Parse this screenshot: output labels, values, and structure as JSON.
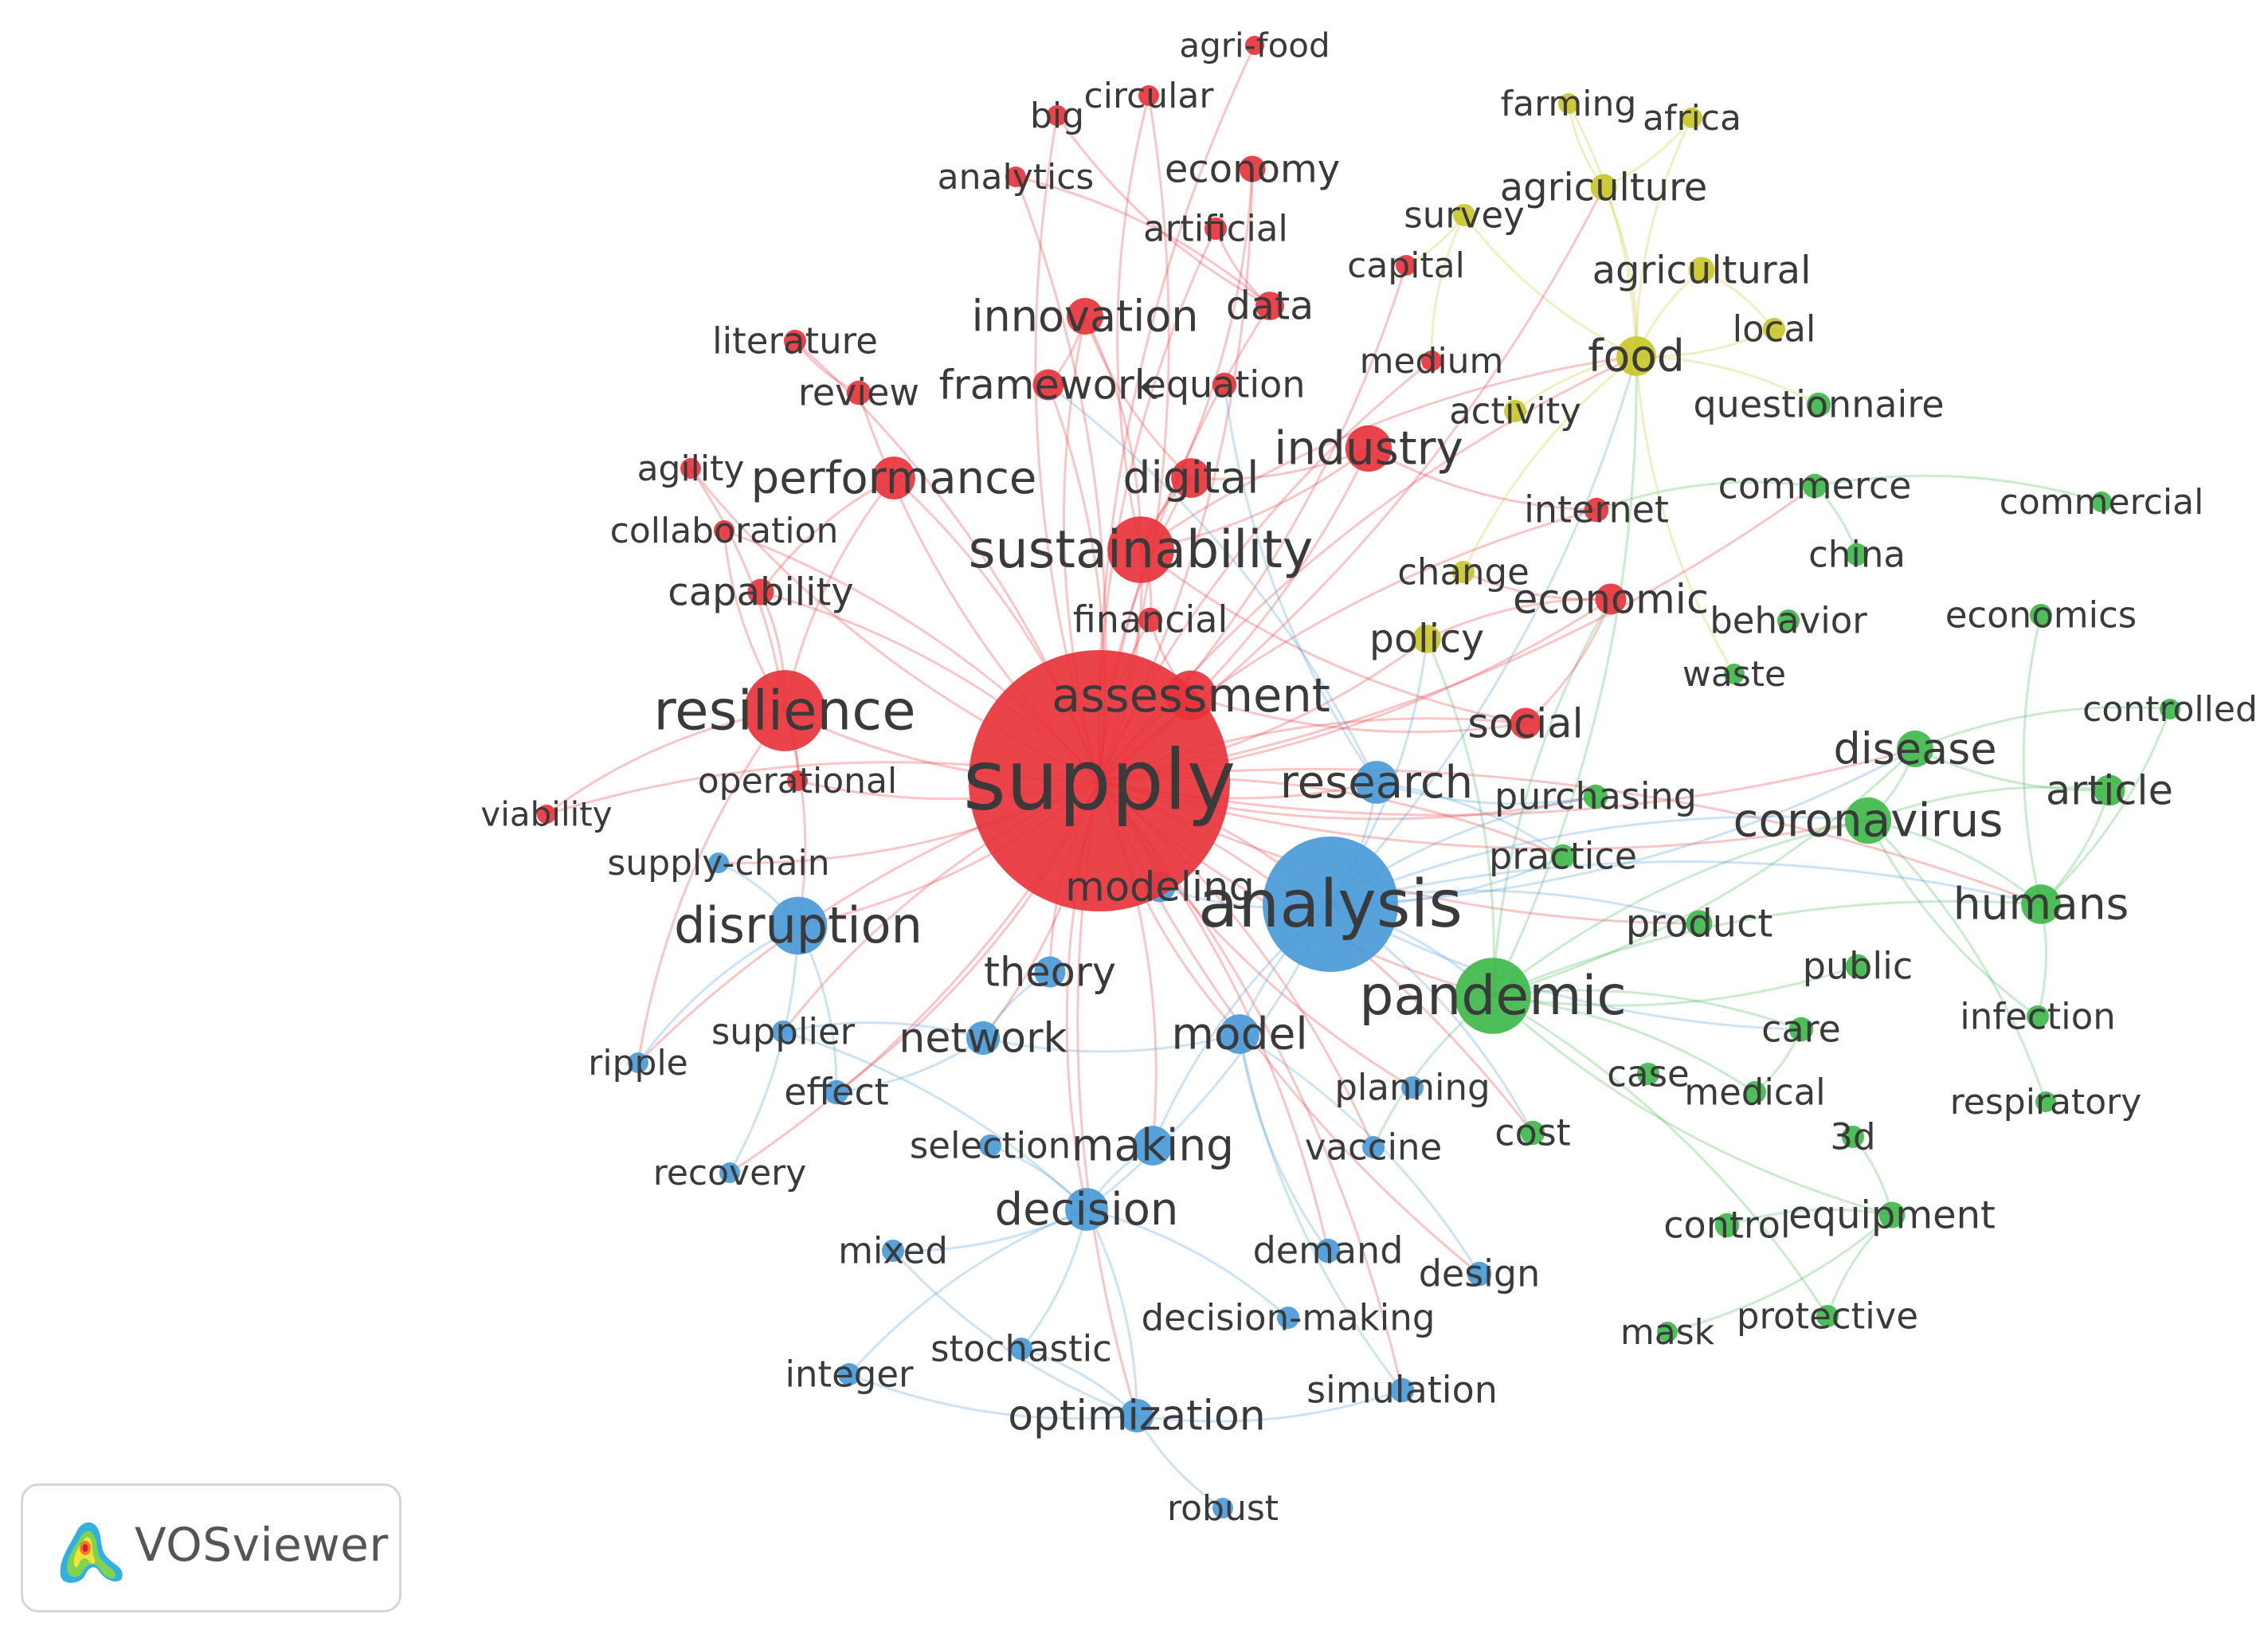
{
  "brand": {
    "name": "VOSviewer"
  },
  "clusters": {
    "red": "#e8333b",
    "blue": "#4a9ad8",
    "green": "#3fb84a",
    "yellow": "#c9c72a"
  },
  "nodes": [
    {
      "id": "supply",
      "label": "supply",
      "cluster": "red",
      "weight": 10
    },
    {
      "id": "resilience",
      "label": "resilience",
      "cluster": "red",
      "weight": 5.2
    },
    {
      "id": "sustainability",
      "label": "sustainability",
      "cluster": "red",
      "weight": 4.6
    },
    {
      "id": "performance",
      "label": "performance",
      "cluster": "red",
      "weight": 3.4
    },
    {
      "id": "digital",
      "label": "digital",
      "cluster": "red",
      "weight": 3.2
    },
    {
      "id": "industry",
      "label": "industry",
      "cluster": "red",
      "weight": 3.6
    },
    {
      "id": "innovation",
      "label": "innovation",
      "cluster": "red",
      "weight": 3.0
    },
    {
      "id": "framework",
      "label": "framework",
      "cluster": "red",
      "weight": 2.6
    },
    {
      "id": "equation",
      "label": "equation",
      "cluster": "red",
      "weight": 2.0
    },
    {
      "id": "data",
      "label": "data",
      "cluster": "red",
      "weight": 2.4
    },
    {
      "id": "economy",
      "label": "economy",
      "cluster": "red",
      "weight": 2.2
    },
    {
      "id": "artificial",
      "label": "artificial",
      "cluster": "red",
      "weight": 1.8
    },
    {
      "id": "analytics",
      "label": "analytics",
      "cluster": "red",
      "weight": 1.6
    },
    {
      "id": "big",
      "label": "big",
      "cluster": "red",
      "weight": 1.6
    },
    {
      "id": "circular",
      "label": "circular",
      "cluster": "red",
      "weight": 1.6
    },
    {
      "id": "agri-food",
      "label": "agri-food",
      "cluster": "red",
      "weight": 1.4
    },
    {
      "id": "literature",
      "label": "literature",
      "cluster": "red",
      "weight": 1.8
    },
    {
      "id": "review",
      "label": "review",
      "cluster": "red",
      "weight": 2.0
    },
    {
      "id": "agility",
      "label": "agility",
      "cluster": "red",
      "weight": 1.6
    },
    {
      "id": "collaboration",
      "label": "collaboration",
      "cluster": "red",
      "weight": 1.6
    },
    {
      "id": "capability",
      "label": "capability",
      "cluster": "red",
      "weight": 2.2
    },
    {
      "id": "financial",
      "label": "financial",
      "cluster": "red",
      "weight": 2.0
    },
    {
      "id": "assessment",
      "label": "assessment",
      "cluster": "red",
      "weight": 3.8
    },
    {
      "id": "social",
      "label": "social",
      "cluster": "red",
      "weight": 2.6
    },
    {
      "id": "economic",
      "label": "economic",
      "cluster": "red",
      "weight": 2.6
    },
    {
      "id": "operational",
      "label": "operational",
      "cluster": "red",
      "weight": 1.6
    },
    {
      "id": "viability",
      "label": "viability",
      "cluster": "red",
      "weight": 1.4
    },
    {
      "id": "medium",
      "label": "medium",
      "cluster": "red",
      "weight": 1.6
    },
    {
      "id": "capital",
      "label": "capital",
      "cluster": "red",
      "weight": 1.6
    },
    {
      "id": "internet",
      "label": "internet",
      "cluster": "red",
      "weight": 2.0
    },
    {
      "id": "analysis",
      "label": "analysis",
      "cluster": "blue",
      "weight": 7.0
    },
    {
      "id": "research",
      "label": "research",
      "cluster": "blue",
      "weight": 3.4
    },
    {
      "id": "disruption",
      "label": "disruption",
      "cluster": "blue",
      "weight": 4.2
    },
    {
      "id": "modeling",
      "label": "modeling",
      "cluster": "blue",
      "weight": 2.6
    },
    {
      "id": "theory",
      "label": "theory",
      "cluster": "blue",
      "weight": 2.6
    },
    {
      "id": "network",
      "label": "network",
      "cluster": "blue",
      "weight": 2.8
    },
    {
      "id": "model",
      "label": "model",
      "cluster": "blue",
      "weight": 3.2
    },
    {
      "id": "making",
      "label": "making",
      "cluster": "blue",
      "weight": 3.2
    },
    {
      "id": "decision",
      "label": "decision",
      "cluster": "blue",
      "weight": 3.4
    },
    {
      "id": "selection",
      "label": "selection",
      "cluster": "blue",
      "weight": 1.8
    },
    {
      "id": "supplier",
      "label": "supplier",
      "cluster": "blue",
      "weight": 1.8
    },
    {
      "id": "effect",
      "label": "effect",
      "cluster": "blue",
      "weight": 2.0
    },
    {
      "id": "ripple",
      "label": "ripple",
      "cluster": "blue",
      "weight": 1.6
    },
    {
      "id": "recovery",
      "label": "recovery",
      "cluster": "blue",
      "weight": 1.6
    },
    {
      "id": "supply-chain",
      "label": "supply-chain",
      "cluster": "blue",
      "weight": 1.6
    },
    {
      "id": "mixed",
      "label": "mixed",
      "cluster": "blue",
      "weight": 1.8
    },
    {
      "id": "integer",
      "label": "integer",
      "cluster": "blue",
      "weight": 1.8
    },
    {
      "id": "stochastic",
      "label": "stochastic",
      "cluster": "blue",
      "weight": 1.8
    },
    {
      "id": "optimization",
      "label": "optimization",
      "cluster": "blue",
      "weight": 2.8
    },
    {
      "id": "robust",
      "label": "robust",
      "cluster": "blue",
      "weight": 1.6
    },
    {
      "id": "simulation",
      "label": "simulation",
      "cluster": "blue",
      "weight": 2.0
    },
    {
      "id": "decision-making",
      "label": "decision-making",
      "cluster": "blue",
      "weight": 1.8
    },
    {
      "id": "demand",
      "label": "demand",
      "cluster": "blue",
      "weight": 2.0
    },
    {
      "id": "design",
      "label": "design",
      "cluster": "blue",
      "weight": 2.0
    },
    {
      "id": "planning",
      "label": "planning",
      "cluster": "blue",
      "weight": 1.8
    },
    {
      "id": "vaccine",
      "label": "vaccine",
      "cluster": "blue",
      "weight": 1.8
    },
    {
      "id": "pandemic",
      "label": "pandemic",
      "cluster": "green",
      "weight": 5.0
    },
    {
      "id": "coronavirus",
      "label": "coronavirus",
      "cluster": "green",
      "weight": 3.6
    },
    {
      "id": "disease",
      "label": "disease",
      "cluster": "green",
      "weight": 3.0
    },
    {
      "id": "humans",
      "label": "humans",
      "cluster": "green",
      "weight": 3.2
    },
    {
      "id": "article",
      "label": "article",
      "cluster": "green",
      "weight": 2.6
    },
    {
      "id": "purchasing",
      "label": "purchasing",
      "cluster": "green",
      "weight": 2.0
    },
    {
      "id": "practice",
      "label": "practice",
      "cluster": "green",
      "weight": 2.0
    },
    {
      "id": "product",
      "label": "product",
      "cluster": "green",
      "weight": 2.2
    },
    {
      "id": "public",
      "label": "public",
      "cluster": "green",
      "weight": 2.0
    },
    {
      "id": "care",
      "label": "care",
      "cluster": "green",
      "weight": 2.0
    },
    {
      "id": "infection",
      "label": "infection",
      "cluster": "green",
      "weight": 1.8
    },
    {
      "id": "case",
      "label": "case",
      "cluster": "green",
      "weight": 1.8
    },
    {
      "id": "medical",
      "label": "medical",
      "cluster": "green",
      "weight": 1.8
    },
    {
      "id": "respiratory",
      "label": "respiratory",
      "cluster": "green",
      "weight": 1.6
    },
    {
      "id": "cost",
      "label": "cost",
      "cluster": "green",
      "weight": 2.0
    },
    {
      "id": "3d",
      "label": "3d",
      "cluster": "green",
      "weight": 1.8
    },
    {
      "id": "control",
      "label": "control",
      "cluster": "green",
      "weight": 2.0
    },
    {
      "id": "equipment",
      "label": "equipment",
      "cluster": "green",
      "weight": 2.2
    },
    {
      "id": "protective",
      "label": "protective",
      "cluster": "green",
      "weight": 1.8
    },
    {
      "id": "mask",
      "label": "mask",
      "cluster": "green",
      "weight": 1.6
    },
    {
      "id": "commerce",
      "label": "commerce",
      "cluster": "green",
      "weight": 2.0
    },
    {
      "id": "commercial",
      "label": "commercial",
      "cluster": "green",
      "weight": 1.6
    },
    {
      "id": "china",
      "label": "china",
      "cluster": "green",
      "weight": 1.8
    },
    {
      "id": "economics",
      "label": "economics",
      "cluster": "green",
      "weight": 1.8
    },
    {
      "id": "controlled",
      "label": "controlled",
      "cluster": "green",
      "weight": 1.6
    },
    {
      "id": "behavior",
      "label": "behavior",
      "cluster": "green",
      "weight": 1.8
    },
    {
      "id": "waste",
      "label": "waste",
      "cluster": "green",
      "weight": 1.6
    },
    {
      "id": "questionnaire",
      "label": "questionnaire",
      "cluster": "green",
      "weight": 2.0
    },
    {
      "id": "food",
      "label": "food",
      "cluster": "yellow",
      "weight": 3.2
    },
    {
      "id": "agriculture",
      "label": "agriculture",
      "cluster": "yellow",
      "weight": 2.2
    },
    {
      "id": "agricultural",
      "label": "agricultural",
      "cluster": "yellow",
      "weight": 2.2
    },
    {
      "id": "farming",
      "label": "farming",
      "cluster": "yellow",
      "weight": 1.6
    },
    {
      "id": "africa",
      "label": "africa",
      "cluster": "yellow",
      "weight": 1.6
    },
    {
      "id": "survey",
      "label": "survey",
      "cluster": "yellow",
      "weight": 1.8
    },
    {
      "id": "local",
      "label": "local",
      "cluster": "yellow",
      "weight": 1.8
    },
    {
      "id": "activity",
      "label": "activity",
      "cluster": "yellow",
      "weight": 1.8
    },
    {
      "id": "change",
      "label": "change",
      "cluster": "yellow",
      "weight": 1.8
    },
    {
      "id": "policy",
      "label": "policy",
      "cluster": "yellow",
      "weight": 2.4
    }
  ],
  "links": [
    [
      "supply",
      "resilience"
    ],
    [
      "supply",
      "sustainability"
    ],
    [
      "supply",
      "analysis"
    ],
    [
      "supply",
      "pandemic"
    ],
    [
      "supply",
      "disruption"
    ],
    [
      "supply",
      "performance"
    ],
    [
      "supply",
      "digital"
    ],
    [
      "supply",
      "industry"
    ],
    [
      "supply",
      "assessment"
    ],
    [
      "supply",
      "research"
    ],
    [
      "supply",
      "modeling"
    ],
    [
      "supply",
      "theory"
    ],
    [
      "supply",
      "network"
    ],
    [
      "supply",
      "model"
    ],
    [
      "supply",
      "making"
    ],
    [
      "supply",
      "decision"
    ],
    [
      "supply",
      "food"
    ],
    [
      "supply",
      "coronavirus"
    ],
    [
      "supply",
      "innovation"
    ],
    [
      "supply",
      "framework"
    ],
    [
      "supply",
      "social"
    ],
    [
      "supply",
      "economic"
    ],
    [
      "supply",
      "financial"
    ],
    [
      "supply",
      "capability"
    ],
    [
      "supply",
      "review"
    ],
    [
      "supply",
      "literature"
    ],
    [
      "supply",
      "agility"
    ],
    [
      "supply",
      "collaboration"
    ],
    [
      "supply",
      "operational"
    ],
    [
      "supply",
      "viability"
    ],
    [
      "supply",
      "supply-chain"
    ],
    [
      "supply",
      "supplier"
    ],
    [
      "supply",
      "effect"
    ],
    [
      "supply",
      "ripple"
    ],
    [
      "supply",
      "recovery"
    ],
    [
      "supply",
      "optimization"
    ],
    [
      "supply",
      "simulation"
    ],
    [
      "supply",
      "design"
    ],
    [
      "supply",
      "demand"
    ],
    [
      "supply",
      "planning"
    ],
    [
      "supply",
      "vaccine"
    ],
    [
      "supply",
      "disease"
    ],
    [
      "supply",
      "humans"
    ],
    [
      "supply",
      "purchasing"
    ],
    [
      "supply",
      "practice"
    ],
    [
      "supply",
      "product"
    ],
    [
      "supply",
      "cost"
    ],
    [
      "supply",
      "policy"
    ],
    [
      "supply",
      "data"
    ],
    [
      "supply",
      "economy"
    ],
    [
      "supply",
      "big"
    ],
    [
      "supply",
      "analytics"
    ],
    [
      "supply",
      "artificial"
    ],
    [
      "supply",
      "circular"
    ],
    [
      "supply",
      "agri-food"
    ],
    [
      "supply",
      "agriculture"
    ],
    [
      "supply",
      "internet"
    ],
    [
      "supply",
      "commerce"
    ],
    [
      "supply",
      "medium"
    ],
    [
      "supply",
      "capital"
    ],
    [
      "resilience",
      "disruption"
    ],
    [
      "resilience",
      "capability"
    ],
    [
      "resilience",
      "performance"
    ],
    [
      "resilience",
      "viability"
    ],
    [
      "resilience",
      "operational"
    ],
    [
      "resilience",
      "agility"
    ],
    [
      "resilience",
      "collaboration"
    ],
    [
      "resilience",
      "ripple"
    ],
    [
      "sustainability",
      "digital"
    ],
    [
      "sustainability",
      "industry"
    ],
    [
      "sustainability",
      "circular"
    ],
    [
      "sustainability",
      "economy"
    ],
    [
      "sustainability",
      "financial"
    ],
    [
      "sustainability",
      "innovation"
    ],
    [
      "sustainability",
      "food"
    ],
    [
      "sustainability",
      "social"
    ],
    [
      "analysis",
      "pandemic"
    ],
    [
      "analysis",
      "research"
    ],
    [
      "analysis",
      "coronavirus"
    ],
    [
      "analysis",
      "model"
    ],
    [
      "analysis",
      "decision"
    ],
    [
      "analysis",
      "making"
    ],
    [
      "analysis",
      "humans"
    ],
    [
      "analysis",
      "disease"
    ],
    [
      "analysis",
      "modeling"
    ],
    [
      "analysis",
      "food"
    ],
    [
      "analysis",
      "cost"
    ],
    [
      "analysis",
      "policy"
    ],
    [
      "analysis",
      "purchasing"
    ],
    [
      "analysis",
      "practice"
    ],
    [
      "analysis",
      "product"
    ],
    [
      "analysis",
      "care"
    ],
    [
      "pandemic",
      "coronavirus"
    ],
    [
      "pandemic",
      "disease"
    ],
    [
      "pandemic",
      "humans"
    ],
    [
      "pandemic",
      "vaccine"
    ],
    [
      "pandemic",
      "care"
    ],
    [
      "pandemic",
      "public"
    ],
    [
      "pandemic",
      "medical"
    ],
    [
      "pandemic",
      "equipment"
    ],
    [
      "pandemic",
      "protective"
    ],
    [
      "pandemic",
      "food"
    ],
    [
      "pandemic",
      "economic"
    ],
    [
      "pandemic",
      "policy"
    ],
    [
      "coronavirus",
      "humans"
    ],
    [
      "coronavirus",
      "disease"
    ],
    [
      "coronavirus",
      "article"
    ],
    [
      "coronavirus",
      "infection"
    ],
    [
      "coronavirus",
      "respiratory"
    ],
    [
      "humans",
      "article"
    ],
    [
      "humans",
      "infection"
    ],
    [
      "humans",
      "controlled"
    ],
    [
      "humans",
      "economics"
    ],
    [
      "disease",
      "article"
    ],
    [
      "disease",
      "controlled"
    ],
    [
      "equipment",
      "protective"
    ],
    [
      "equipment",
      "mask"
    ],
    [
      "equipment",
      "3d"
    ],
    [
      "control",
      "equipment"
    ],
    [
      "medical",
      "care"
    ],
    [
      "commerce",
      "china"
    ],
    [
      "commerce",
      "internet"
    ],
    [
      "commerce",
      "commercial"
    ],
    [
      "food",
      "agriculture"
    ],
    [
      "food",
      "agricultural"
    ],
    [
      "food",
      "farming"
    ],
    [
      "food",
      "africa"
    ],
    [
      "food",
      "local"
    ],
    [
      "food",
      "survey"
    ],
    [
      "food",
      "activity"
    ],
    [
      "food",
      "questionnaire"
    ],
    [
      "food",
      "waste"
    ],
    [
      "agriculture",
      "farming"
    ],
    [
      "agriculture",
      "africa"
    ],
    [
      "agricultural",
      "local"
    ],
    [
      "food",
      "change"
    ],
    [
      "decision",
      "making"
    ],
    [
      "decision",
      "selection"
    ],
    [
      "decision",
      "optimization"
    ],
    [
      "decision",
      "supplier"
    ],
    [
      "decision",
      "mixed"
    ],
    [
      "decision",
      "integer"
    ],
    [
      "decision",
      "stochastic"
    ],
    [
      "optimization",
      "robust"
    ],
    [
      "optimization",
      "integer"
    ],
    [
      "optimization",
      "stochastic"
    ],
    [
      "optimization",
      "mixed"
    ],
    [
      "optimization",
      "simulation"
    ],
    [
      "model",
      "network"
    ],
    [
      "model",
      "demand"
    ],
    [
      "model",
      "design"
    ],
    [
      "model",
      "simulation"
    ],
    [
      "network",
      "theory"
    ],
    [
      "network",
      "supplier"
    ],
    [
      "network",
      "effect"
    ],
    [
      "disruption",
      "ripple"
    ],
    [
      "disruption",
      "recovery"
    ],
    [
      "disruption",
      "supply-chain"
    ],
    [
      "disruption",
      "effect"
    ],
    [
      "decision-making",
      "decision"
    ],
    [
      "innovation",
      "framework"
    ],
    [
      "innovation",
      "digital"
    ],
    [
      "data",
      "big"
    ],
    [
      "data",
      "analytics"
    ],
    [
      "data",
      "artificial"
    ],
    [
      "literature",
      "review"
    ],
    [
      "industry",
      "digital"
    ],
    [
      "industry",
      "internet"
    ],
    [
      "economic",
      "social"
    ],
    [
      "economic",
      "policy"
    ],
    [
      "economic",
      "change"
    ],
    [
      "research",
      "purchasing"
    ],
    [
      "research",
      "practice"
    ],
    [
      "research",
      "framework"
    ],
    [
      "research",
      "equation"
    ],
    [
      "performance",
      "capability"
    ],
    [
      "assessment",
      "financial"
    ],
    [
      "assessment",
      "social"
    ],
    [
      "survey",
      "capital"
    ],
    [
      "survey",
      "medium"
    ]
  ]
}
